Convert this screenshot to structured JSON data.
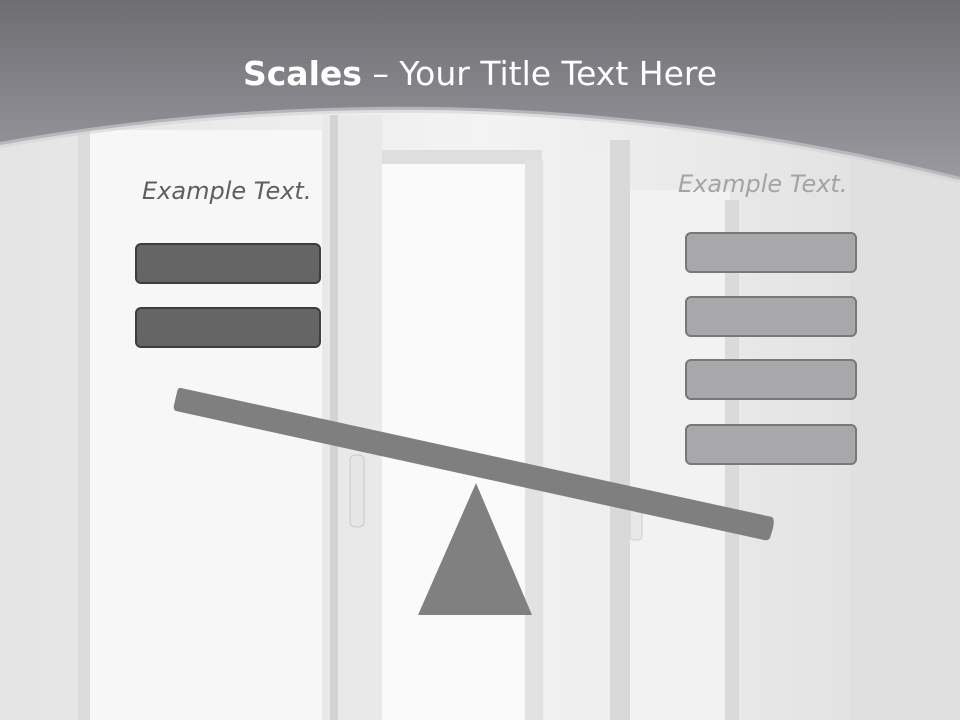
{
  "title": {
    "main": "Scales",
    "rest": " – Your Title Text Here"
  },
  "left_pan": {
    "label": "Example Text.",
    "block_count": 2
  },
  "right_pan": {
    "label": "Example Text.",
    "block_count": 4
  },
  "colors": {
    "header": "#7a7a80",
    "beam": "#7f7f7f",
    "fulcrum": "#808080",
    "block_dark": "#656565",
    "block_light": "#a8a8ab"
  }
}
